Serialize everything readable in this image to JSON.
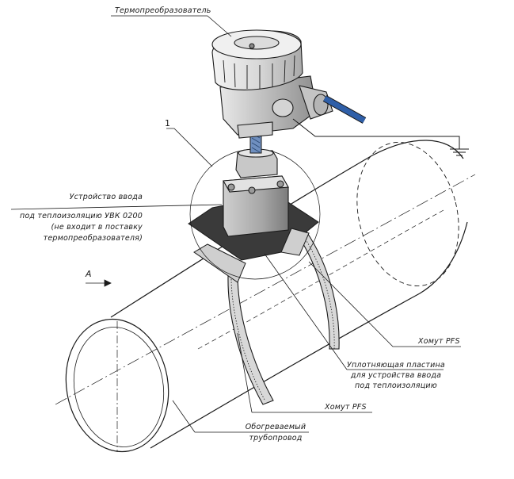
{
  "labels": {
    "thermo": "Термопреобразователь",
    "callout_num": "1",
    "device_l1": "Устройство ввода",
    "device_l2": "под теплоизоляцию УВК 0200",
    "device_l3": "(не входит в поставку",
    "device_l4": "термопреобразователя)",
    "arrow_a": "A",
    "clamp_right": "Хомут PFS",
    "plate_l1": "Уплотняющая пластина",
    "plate_l2": "для устройства ввода",
    "plate_l3": "под теплоизоляцию",
    "clamp_bottom": "Хомут PFS",
    "pipe_l1": "Обогреваемый",
    "pipe_l2": "трубопровод"
  },
  "colors": {
    "line": "#1a1a1a",
    "cable": "#2f5fa8",
    "stem": "#6f8fbf",
    "plate": "#3a3a3a",
    "metal": "#bdbdbd"
  }
}
